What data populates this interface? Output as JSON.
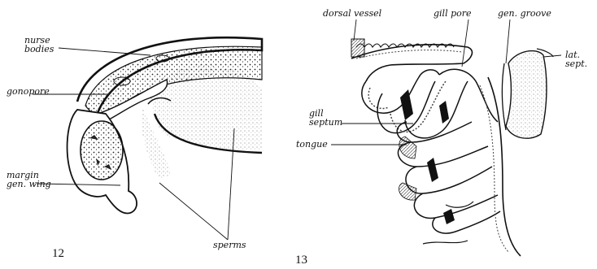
{
  "figure_12": {
    "number": "12",
    "labels": {
      "nurse_bodies": [
        "nurse",
        "bodies"
      ],
      "gonopore": "gonopore",
      "margin_gen_wing": [
        "margin",
        "gen. wing"
      ],
      "sperms": "sperms"
    }
  },
  "figure_13": {
    "number": "13",
    "labels": {
      "dorsal_vessel": "dorsal vessel",
      "gill_pore": "gill pore",
      "gen_groove": "gen. groove",
      "lat_sept": [
        "lat.",
        "sept."
      ],
      "gill_septum": [
        "gill",
        "septum"
      ],
      "tongue": "tongue"
    }
  },
  "colors": {
    "ink": "#111111",
    "paper": "#ffffff"
  }
}
